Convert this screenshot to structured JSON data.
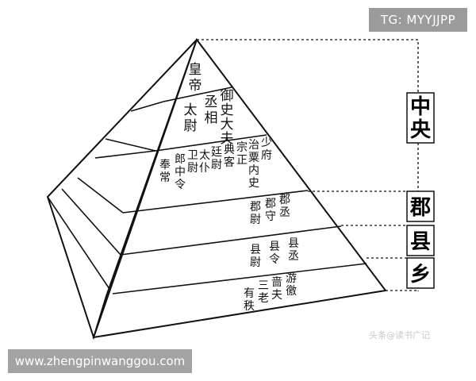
{
  "watermark_top": "TG: MYYJJPP",
  "watermark_bottom": "www.zhengpinwanggou.com",
  "watermark_source": "头条@读书广记",
  "levels": {
    "central": "中央",
    "commandery": "郡",
    "county": "县",
    "township": "乡"
  },
  "tiers": {
    "emperor": [
      "皇",
      "帝"
    ],
    "three_excellencies": [
      "太尉",
      "丞相",
      "御史大夫"
    ],
    "nine_ministers": [
      "奉常",
      "郎中令",
      "卫尉",
      "太仆",
      "廷尉",
      "典客",
      "宗正",
      "治粟内史",
      "少府"
    ],
    "commandery": [
      "郡尉",
      "郡守",
      "郡丞"
    ],
    "county": [
      "县尉",
      "县令",
      "县丞"
    ],
    "township": [
      "有秩",
      "三老",
      "啬夫",
      "游徼"
    ]
  },
  "colors": {
    "line": "#111111",
    "badge": "#9b9b9b"
  }
}
